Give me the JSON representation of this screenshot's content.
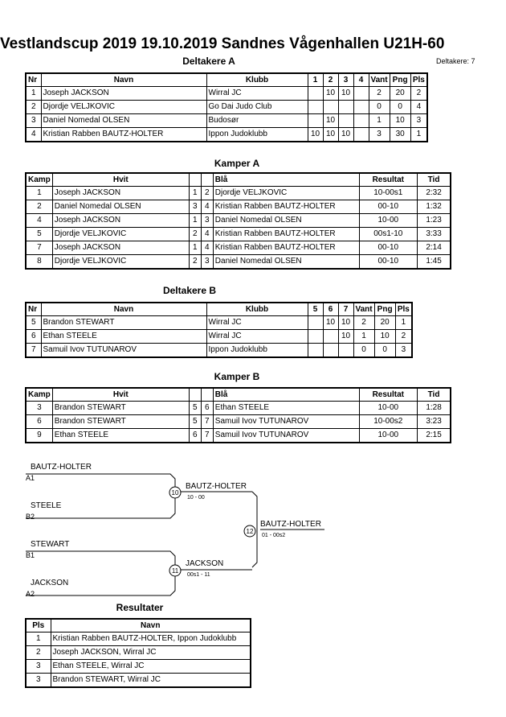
{
  "title": "Vestlandscup 2019  19.10.2019  Sandnes Vågenhallen   U21H-60",
  "participants_count": "Deltakere: 7",
  "group_a": {
    "title": "Deltakere A",
    "headers": [
      "Nr",
      "Navn",
      "Klubb",
      "1",
      "2",
      "3",
      "4",
      "Vant",
      "Png",
      "Pls"
    ],
    "rows": [
      [
        "1",
        "Joseph JACKSON",
        "Wirral JC",
        "",
        "10",
        "10",
        "",
        "2",
        "20",
        "2"
      ],
      [
        "2",
        "Djordje VELJKOVIC",
        "Go Dai Judo Club",
        "",
        "",
        "",
        "",
        "0",
        "0",
        "4"
      ],
      [
        "3",
        "Daniel Nomedal OLSEN",
        "Budosør",
        "",
        "10",
        "",
        "",
        "1",
        "10",
        "3"
      ],
      [
        "4",
        "Kristian Rabben BAUTZ-HOLTER",
        "Ippon Judoklubb",
        "10",
        "10",
        "10",
        "",
        "3",
        "30",
        "1"
      ]
    ]
  },
  "matches_a": {
    "title": "Kamper A",
    "headers": [
      "Kamp",
      "Hvit",
      "",
      "",
      "Blå",
      "Resultat",
      "Tid"
    ],
    "rows": [
      [
        "1",
        "Joseph JACKSON",
        "1",
        "2",
        "Djordje VELJKOVIC",
        "10-00s1",
        "2:32"
      ],
      [
        "2",
        "Daniel Nomedal OLSEN",
        "3",
        "4",
        "Kristian Rabben BAUTZ-HOLTER",
        "00-10",
        "1:32"
      ],
      [
        "4",
        "Joseph JACKSON",
        "1",
        "3",
        "Daniel Nomedal OLSEN",
        "10-00",
        "1:23"
      ],
      [
        "5",
        "Djordje VELJKOVIC",
        "2",
        "4",
        "Kristian Rabben BAUTZ-HOLTER",
        "00s1-10",
        "3:33"
      ],
      [
        "7",
        "Joseph JACKSON",
        "1",
        "4",
        "Kristian Rabben BAUTZ-HOLTER",
        "00-10",
        "2:14"
      ],
      [
        "8",
        "Djordje VELJKOVIC",
        "2",
        "3",
        "Daniel Nomedal OLSEN",
        "00-10",
        "1:45"
      ]
    ]
  },
  "group_b": {
    "title": "Deltakere B",
    "headers": [
      "Nr",
      "Navn",
      "Klubb",
      "5",
      "6",
      "7",
      "Vant",
      "Png",
      "Pls"
    ],
    "rows": [
      [
        "5",
        "Brandon STEWART",
        "Wirral JC",
        "",
        "10",
        "10",
        "2",
        "20",
        "1"
      ],
      [
        "6",
        "Ethan STEELE",
        "Wirral JC",
        "",
        "",
        "10",
        "1",
        "10",
        "2"
      ],
      [
        "7",
        "Samuil Ivov TUTUNAROV",
        "Ippon Judoklubb",
        "",
        "",
        "",
        "0",
        "0",
        "3"
      ]
    ]
  },
  "matches_b": {
    "title": "Kamper B",
    "headers": [
      "Kamp",
      "Hvit",
      "",
      "",
      "Blå",
      "Resultat",
      "Tid"
    ],
    "rows": [
      [
        "3",
        "Brandon STEWART",
        "5",
        "6",
        "Ethan STEELE",
        "10-00",
        "1:28"
      ],
      [
        "6",
        "Brandon STEWART",
        "5",
        "7",
        "Samuil Ivov TUTUNAROV",
        "10-00s2",
        "3:23"
      ],
      [
        "9",
        "Ethan STEELE",
        "6",
        "7",
        "Samuil Ivov TUTUNAROV",
        "10-00",
        "2:15"
      ]
    ]
  },
  "bracket": {
    "semi1": {
      "top_name": "BAUTZ-HOLTER",
      "top_seed": "A1",
      "bottom_name": "STEELE",
      "bottom_seed": "B2",
      "match": "10",
      "winner": "BAUTZ-HOLTER",
      "score": "10 - 00"
    },
    "semi2": {
      "top_name": "STEWART",
      "top_seed": "B1",
      "bottom_name": "JACKSON",
      "bottom_seed": "A2",
      "match": "11",
      "winner": "JACKSON",
      "score": "00s1 - 11"
    },
    "final": {
      "match": "12",
      "winner": "BAUTZ-HOLTER",
      "score": "01 - 00s2"
    }
  },
  "results": {
    "title": "Resultater",
    "headers": [
      "Pls",
      "Navn"
    ],
    "rows": [
      [
        "1",
        "Kristian Rabben BAUTZ-HOLTER, Ippon Judoklubb"
      ],
      [
        "2",
        "Joseph JACKSON, Wirral JC"
      ],
      [
        "3",
        "Ethan STEELE, Wirral JC"
      ],
      [
        "3",
        "Brandon STEWART, Wirral JC"
      ]
    ]
  }
}
